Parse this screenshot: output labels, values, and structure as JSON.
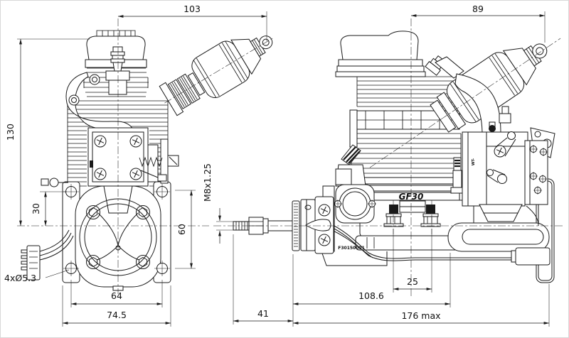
{
  "drawing": {
    "description": "Two-view dimensional engineering drawing of GF30 gas engine",
    "front_view": {
      "dims": {
        "center_to_muffler": "103",
        "overall_height": "130",
        "mount_hole_to_center": "30",
        "mount_hole_vspacing": "60",
        "mount_holes": "4xØ5.3",
        "mount_hole_hspacing": "64",
        "mount_overall_width": "74.5"
      }
    },
    "side_view": {
      "dims": {
        "center_to_muffler": "89",
        "prop_shaft_thread": "M8x1.25",
        "shaft_length": "41",
        "stud_spacing": "25",
        "mount_depth": "108.6",
        "overall_length": "176 max"
      },
      "labels": {
        "model": "GF30",
        "serial": "F30150001",
        "carb": "WT-"
      }
    },
    "colors": {
      "line": "#1a1a1a",
      "background": "#ffffff"
    }
  }
}
